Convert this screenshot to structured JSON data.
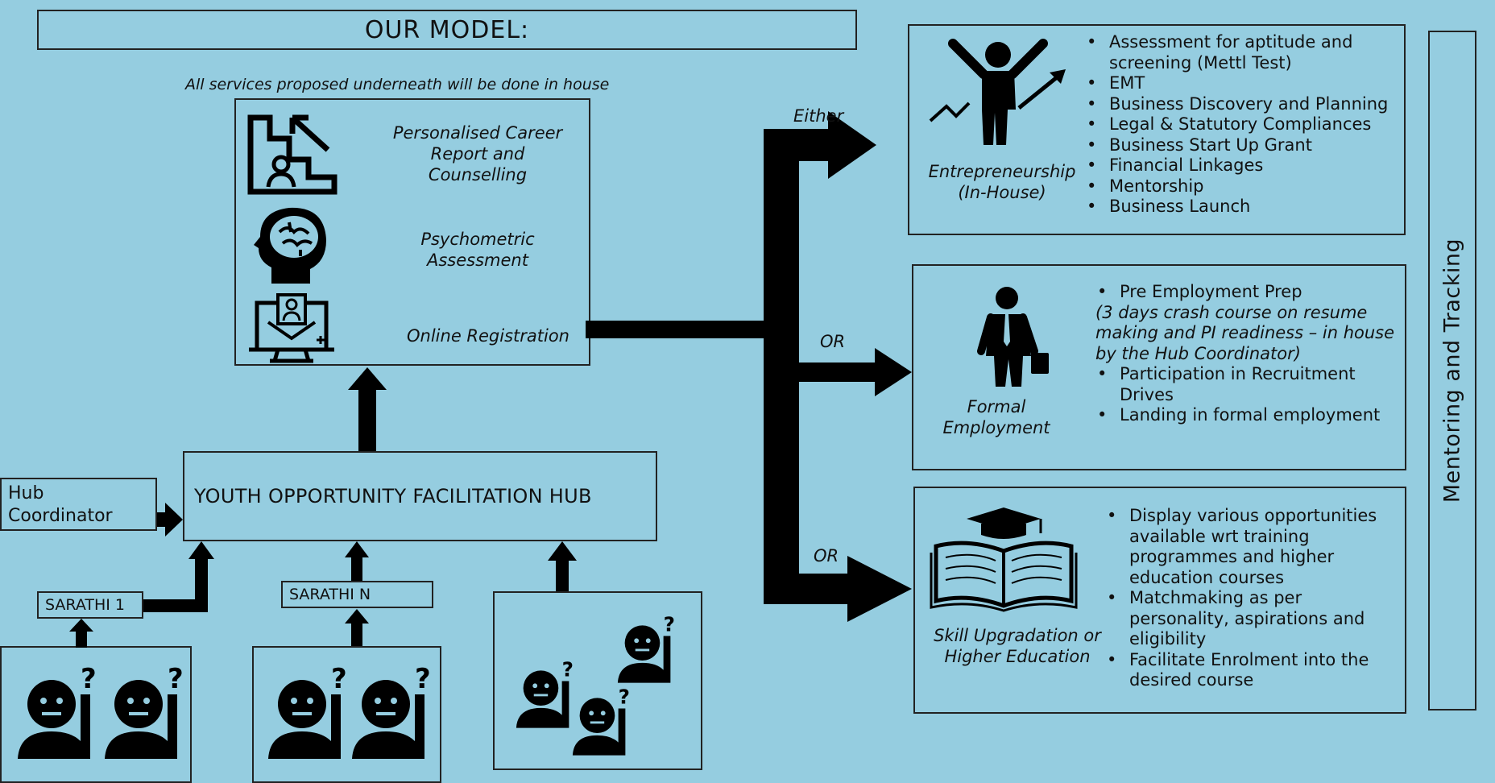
{
  "title": "OUR MODEL:",
  "subtitle": "All services proposed underneath will be done in house",
  "services": [
    {
      "label": "Personalised Career Report and Counselling",
      "icon": "career-report-icon"
    },
    {
      "label": "Psychometric Assessment",
      "icon": "brain-head-icon"
    },
    {
      "label": "Online Registration",
      "icon": "online-registration-icon"
    }
  ],
  "hub": {
    "label": "YOUTH OPPORTUNITY FACILITATION HUB"
  },
  "coordinator": {
    "label": "Hub Coordinator"
  },
  "sarathi": [
    {
      "label": "SARATHI 1"
    },
    {
      "label": "SARATHI N"
    }
  ],
  "connectors": {
    "either": "Either",
    "or1": "OR",
    "or2": "OR"
  },
  "outcomes": {
    "entrepreneurship": {
      "label": "Entrepreneurship (In-House)",
      "icon": "entrepreneur-success-icon",
      "items": [
        "Assessment for aptitude and screening (Mettl Test)",
        "EMT",
        "Business Discovery and Planning",
        "Legal & Statutory Compliances",
        "Business Start Up Grant",
        "Financial Linkages",
        "Mentorship",
        "Business Launch"
      ]
    },
    "employment": {
      "label": "Formal Employment",
      "icon": "businessman-icon",
      "item1": "Pre Employment Prep",
      "note": "(3 days crash course on resume making and PI readiness – in house by the Hub Coordinator)",
      "item2": "Participation in Recruitment Drives",
      "item3": "Landing in formal employment"
    },
    "education": {
      "label": "Skill Upgradation or Higher Education",
      "icon": "graduation-book-icon",
      "items": [
        "Display various opportunities available wrt training programmes and higher education courses",
        "Matchmaking as per personality, aspirations and eligibility",
        "Facilitate Enrolment into the desired course"
      ]
    }
  },
  "side_label": "Mentoring and Tracking",
  "colors": {
    "background": "#95cde0",
    "ink": "#000000"
  }
}
